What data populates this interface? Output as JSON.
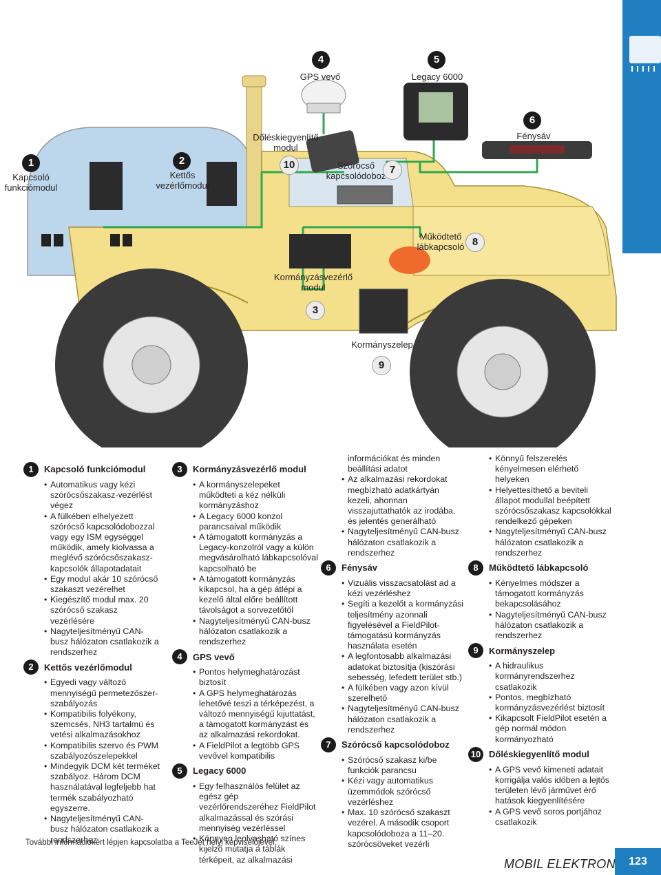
{
  "diagram": {
    "callouts": [
      {
        "num": "1",
        "label": "Kapcsoló\nfunkciómodul"
      },
      {
        "num": "2",
        "label": "Kettős\nvezérlőmodul"
      },
      {
        "num": "3",
        "label": "Kormányzásvezérlő\nmodul"
      },
      {
        "num": "4",
        "label": "GPS vevő"
      },
      {
        "num": "5",
        "label": "Legacy 6000"
      },
      {
        "num": "6",
        "label": "Fénysáv"
      },
      {
        "num": "7",
        "label": "Szórócső\nkapcsolódoboz"
      },
      {
        "num": "8",
        "label": "Működtető\nlábkapcsoló"
      },
      {
        "num": "9",
        "label": "Kormányszelep"
      },
      {
        "num": "10",
        "label": "Dőléskiegyenlítő\nmodul"
      }
    ]
  },
  "col1": {
    "s1": {
      "num": "1",
      "title": "Kapcsoló funkciómodul",
      "items": [
        "Automatikus vagy kézi szórócsőszakasz-vezérlést végez",
        "A fülkében elhelyezett szórócső kapcsolódobozzal vagy egy ISM egységgel működik, amely kiolvassa a meglévő szórócsőszakasz-kapcsolók állapotadatait",
        "Egy modul akár 10 szórócső szakaszt vezérelhet",
        "Kiegészítő modul max. 20 szórócső szakasz vezérlésére",
        "Nagyteljesítményű CAN-busz hálózaton csatlakozik a rendszerhez"
      ]
    },
    "s2": {
      "num": "2",
      "title": "Kettős vezérlőmodul",
      "items": [
        "Egyedi vagy változó mennyiségű permetezőszer-szabályozás",
        "Kompatibilis folyékony, szemcsés, NH3 tartalmú és vetési alkalmazásokhoz",
        "Kompatibilis szervo és PWM szabályozószelepekkel",
        "Mindegyik DCM két terméket szabályoz. Három DCM használatával legfeljebb hat termék szabályozható egyszerre.",
        "Nagyteljesítményű CAN-busz hálózaton csatlakozik a rendszerhez"
      ]
    }
  },
  "col2": {
    "s3": {
      "num": "3",
      "title": "Kormányzásvezérlő modul",
      "items": [
        "A kormányszelepeket működteti a kéz nélküli kormányzáshoz",
        "A Legacy 6000 konzol parancsaival működik",
        "A támogatott kormányzás a Legacy-konzolról vagy a külön megvásárolható lábkapcsolóval kapcsolható be",
        "A támogatott kormányzás kikapcsol, ha a gép átlépi a kezelő által előre beállított távolságot a sorvezetőtől",
        "Nagyteljesítményű CAN-busz hálózaton csatlakozik a rendszerhez"
      ]
    },
    "s4": {
      "num": "4",
      "title": "GPS vevő",
      "items": [
        "Pontos helymeghatározást biztosít",
        "A GPS helymeghatározás lehetővé teszi a térképezést, a változó mennyiségű kijuttatást, a támogatott kormányzást és az alkalmazási rekordokat.",
        "A FieldPilot a legtöbb GPS vevővel kompatibilis"
      ]
    },
    "s5": {
      "num": "5",
      "title": "Legacy 6000",
      "items": [
        "Egy felhasználós felület az egész gép vezérlőrendszeréhez FieldPilot alkalmazással és szórási mennyiség vezérléssel",
        "Könnyen leolvasható színes kijelző mutatja a táblák térképeit, az alkalmazási"
      ]
    }
  },
  "col3": {
    "cont": "információkat és minden beállítási adatot",
    "cont_items": [
      "Az alkalmazási rekordokat megbízható adatkártyán kezeli, ahonnan visszajuttathatók az irodába, és jelentés generálható",
      "Nagyteljesítményű CAN-busz hálózaton csatlakozik a rendszerhez"
    ],
    "s6": {
      "num": "6",
      "title": "Fénysáv",
      "items": [
        "Vizuális visszacsatolást ad a kézi vezérléshez",
        "Segíti a kezelőt a kormányzási teljesítmény azonnali figyelésével a FieldPilot-támogatású kormányzás használata esetén",
        "A legfontosabb alkalmazási adatokat biztosítja (kiszórási sebesség, lefedett terület stb.)",
        "A fülkében vagy azon kívül szerelhető",
        "Nagyteljesítményű CAN-busz hálózaton csatlakozik a rendszerhez"
      ]
    },
    "s7": {
      "num": "7",
      "title": "Szórócső kapcsolódoboz",
      "items": [
        "Szórócső szakasz ki/be funkciók parancsu",
        "Kézi vagy automatikus üzemmódok szórócső vezérléshez",
        "Max. 10 szórócső szakaszt vezérel. A második csoport kapcsolódoboza a 11–20. szórócsöveket vezérli"
      ]
    }
  },
  "col4": {
    "cont_items": [
      "Könnyű felszerelés kényelmesen elérhető helyeken",
      "Helyettesíthető a beviteli állapot modullal beépített szórócsőszakasz kapcsolókkal rendelkező gépeken",
      "Nagyteljesítményű CAN-busz hálózaton csatlakozik a rendszerhez"
    ],
    "s8": {
      "num": "8",
      "title": "Működtető lábkapcsoló",
      "items": [
        "Kényelmes módszer a támogatott kormányzás bekapcsolásához",
        "Nagyteljesítményű CAN-busz hálózaton csatlakozik a rendszerhez"
      ]
    },
    "s9": {
      "num": "9",
      "title": "Kormányszelep",
      "items": [
        "A hidraulikus kormányrendszerhez csatlakozik",
        "Pontos, megbízható kormányzásvezérlést biztosít",
        "Kikapcsolt FieldPilot esetén a gép normál módon kormányozható"
      ]
    },
    "s10": {
      "num": "10",
      "title": "Dőléskiegyenlítő modul",
      "items": [
        "A GPS vevő kimeneti adatait korrigálja valós időben a lejtős területen lévő járművet érő hatások kiegyenlítésére",
        "A GPS vevő soros portjához csatlakozik"
      ]
    }
  },
  "footer": {
    "note": "További információkért lépjen kapcsolatba a TeeJet helyi képviselőjével.",
    "brand": "MOBIL ELEKTRONIKA",
    "page": "123"
  },
  "colors": {
    "accent": "#1f7fc0",
    "body_yellow": "#f4e08a",
    "cab_blue": "#bcd6ec",
    "tire": "#3a3a3a",
    "cable_green": "#2fa84f"
  }
}
